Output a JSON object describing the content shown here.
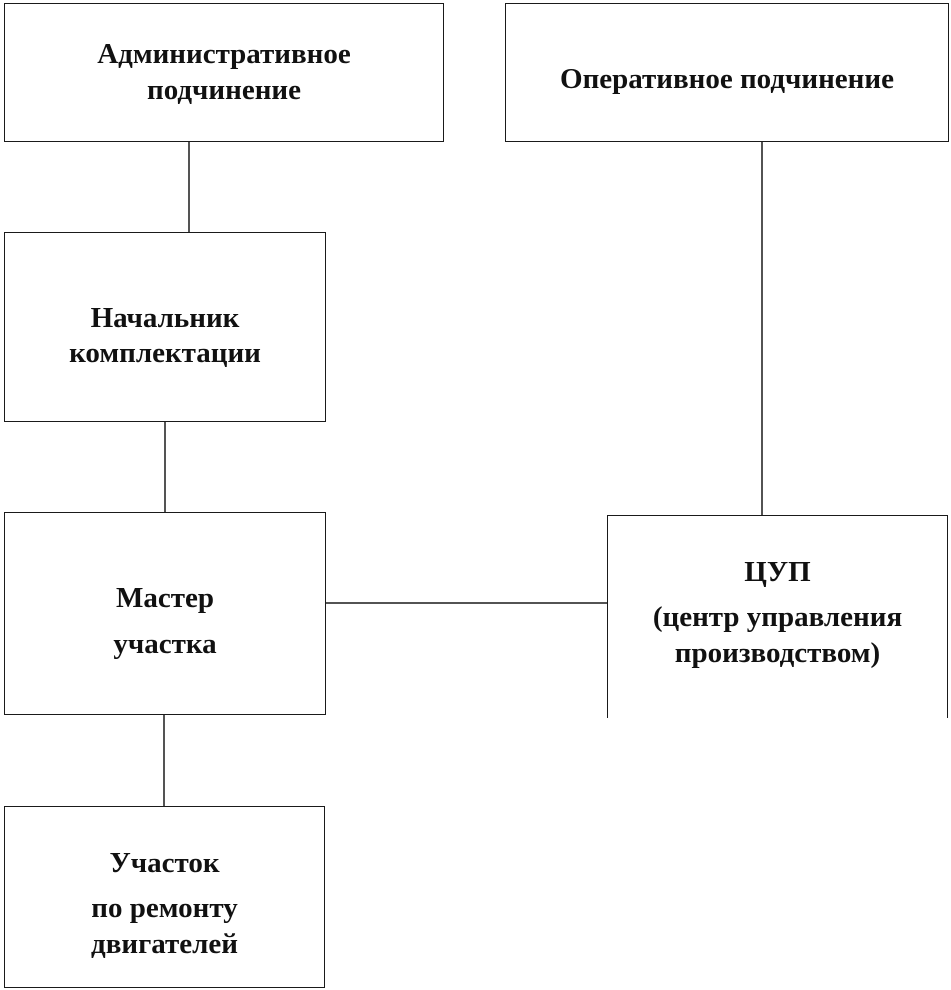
{
  "boxes": {
    "admin": {
      "line1": "Административное",
      "line2": "подчинение"
    },
    "oper": {
      "line1": "Оперативное подчинение"
    },
    "nachalnik": {
      "line1": "Начальник",
      "line2": "комплектации"
    },
    "master": {
      "line1": "Мастер",
      "line2": "участка"
    },
    "cup": {
      "line1": "ЦУП",
      "line2": "(центр управления",
      "line3": "производством)"
    },
    "uchastok": {
      "line1": "Участок",
      "line2": "по ремонту",
      "line3": "двигателей"
    }
  },
  "connections": [
    {
      "from": "admin",
      "to": "nachalnik"
    },
    {
      "from": "nachalnik",
      "to": "master"
    },
    {
      "from": "master",
      "to": "uchastok"
    },
    {
      "from": "master",
      "to": "cup"
    },
    {
      "from": "oper",
      "to": "cup"
    }
  ]
}
